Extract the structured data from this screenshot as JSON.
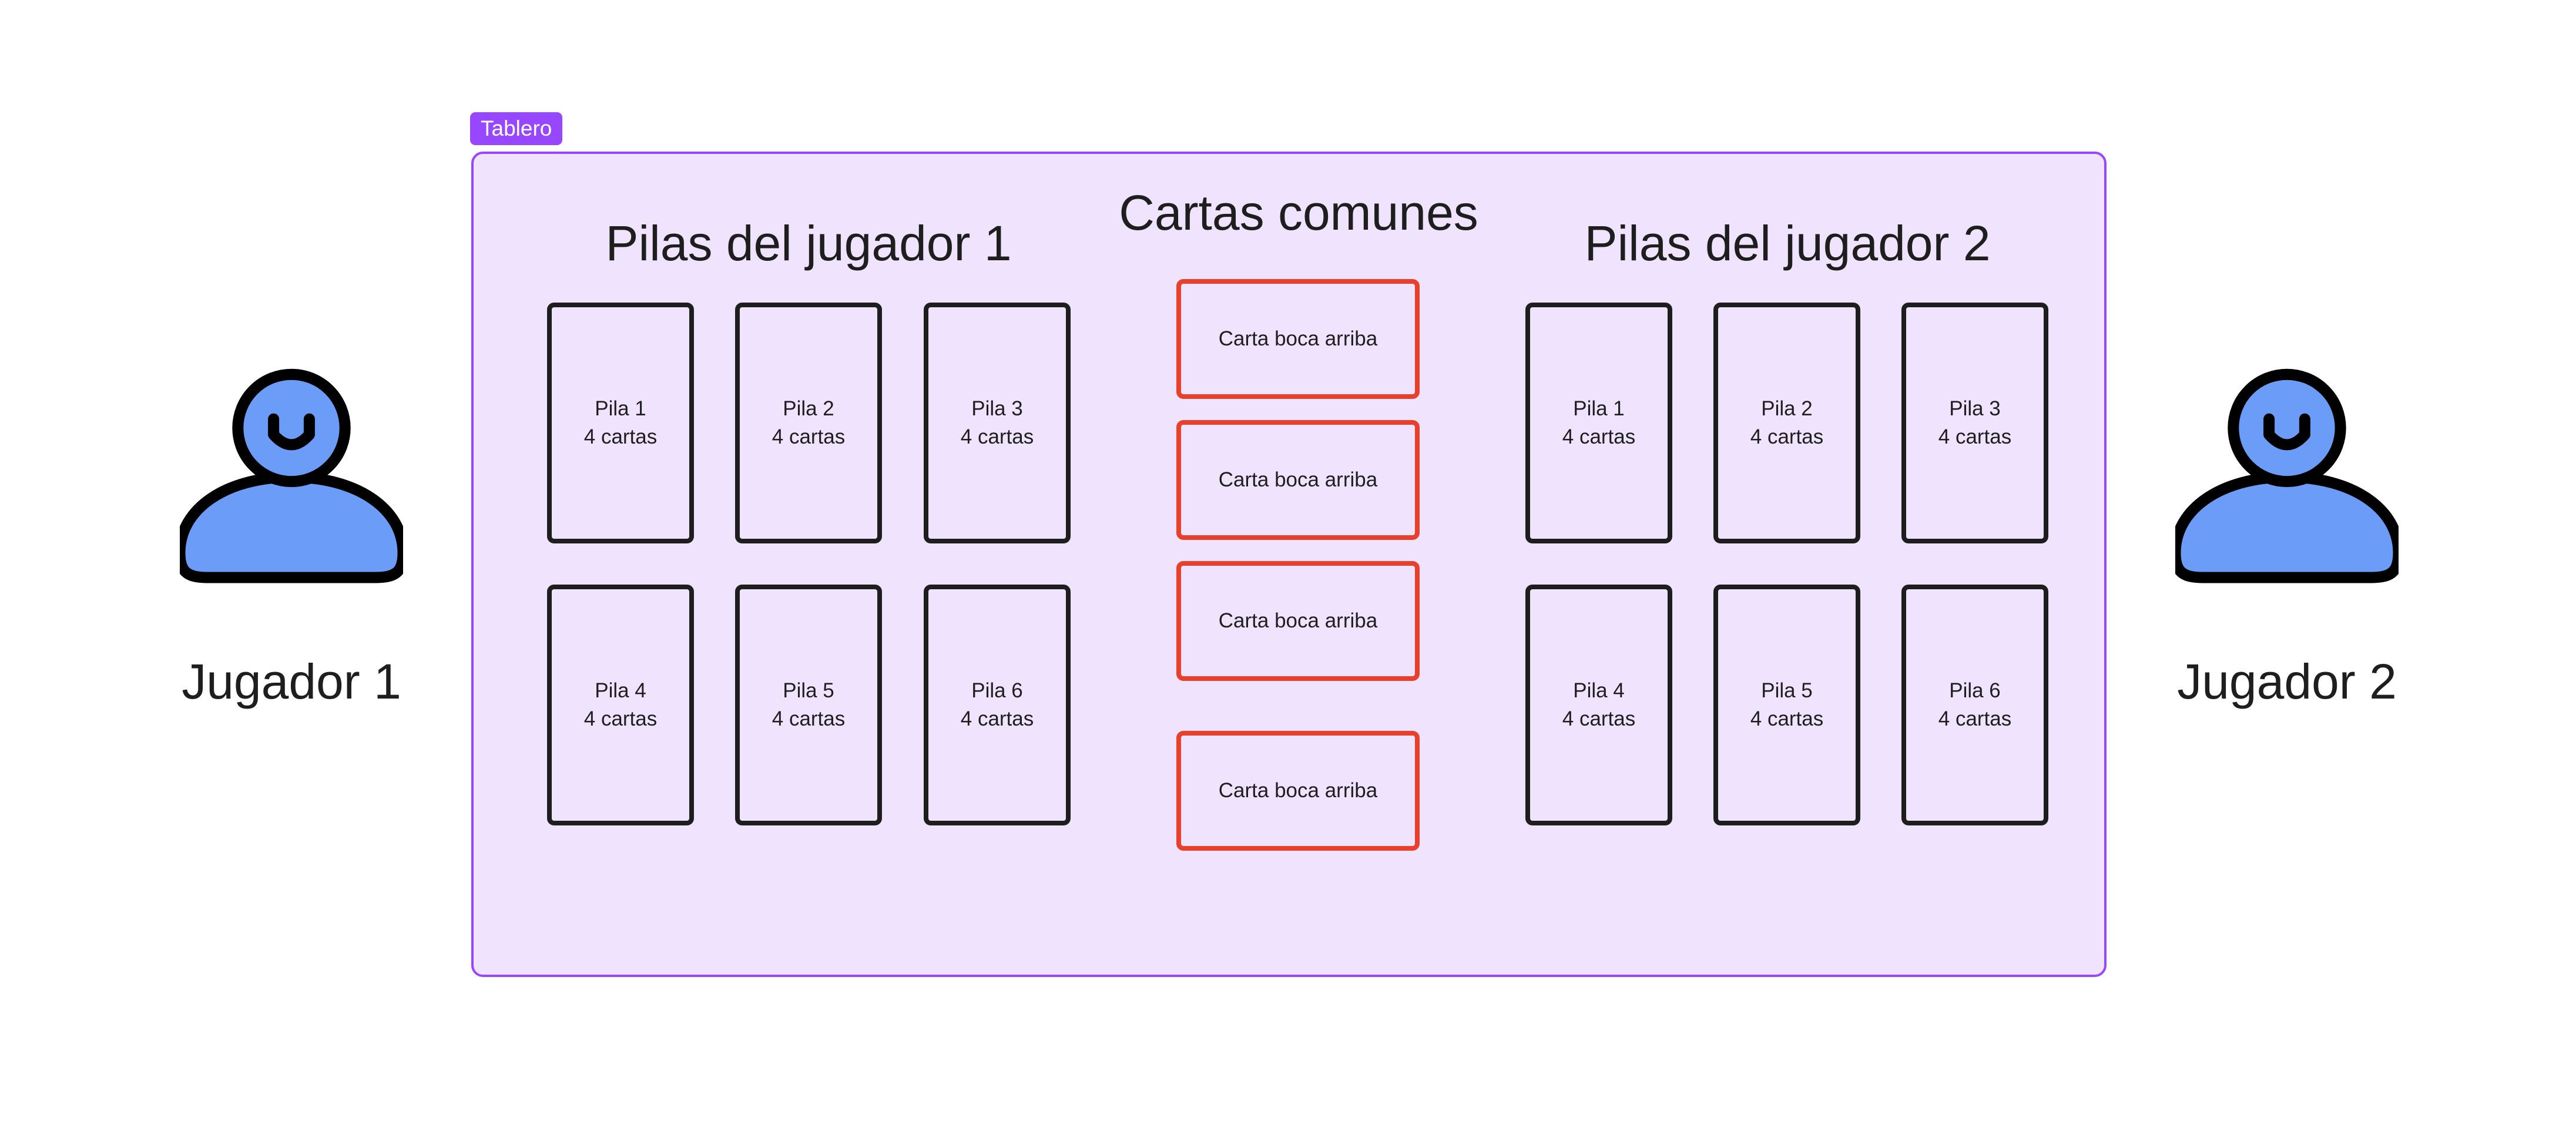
{
  "frame_label": "Tablero",
  "players": [
    {
      "label": "Jugador 1",
      "icon": "user-icon"
    },
    {
      "label": "Jugador 2",
      "icon": "user-icon"
    }
  ],
  "common": {
    "title": "Cartas comunes",
    "cards": [
      "Carta boca arriba",
      "Carta boca arriba",
      "Carta boca arriba",
      "Carta boca arriba"
    ]
  },
  "player1_piles": {
    "title": "Pilas del jugador 1",
    "piles": [
      {
        "name": "Pila 1",
        "count": "4 cartas"
      },
      {
        "name": "Pila 2",
        "count": "4 cartas"
      },
      {
        "name": "Pila 3",
        "count": "4 cartas"
      },
      {
        "name": "Pila 4",
        "count": "4 cartas"
      },
      {
        "name": "Pila 5",
        "count": "4 cartas"
      },
      {
        "name": "Pila 6",
        "count": "4 cartas"
      }
    ]
  },
  "player2_piles": {
    "title": "Pilas del jugador 2",
    "piles": [
      {
        "name": "Pila 1",
        "count": "4 cartas"
      },
      {
        "name": "Pila 2",
        "count": "4 cartas"
      },
      {
        "name": "Pila 3",
        "count": "4 cartas"
      },
      {
        "name": "Pila 4",
        "count": "4 cartas"
      },
      {
        "name": "Pila 5",
        "count": "4 cartas"
      },
      {
        "name": "Pila 6",
        "count": "4 cartas"
      }
    ]
  },
  "colors": {
    "frame_accent": "#9747ff",
    "board_fill": "#f0e3fe",
    "common_card_border": "#e8402a",
    "card_border": "#1e1e1e",
    "avatar_fill": "#6b9cf7"
  }
}
